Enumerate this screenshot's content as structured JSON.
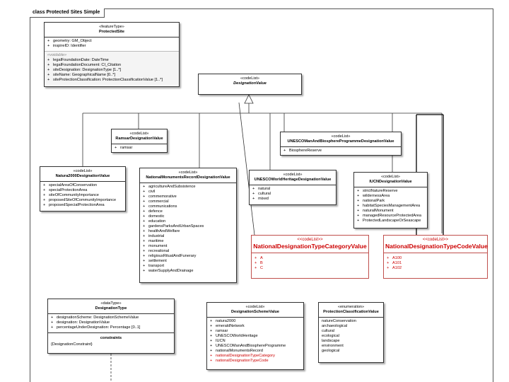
{
  "frame_title": "class Protected Sites Simple",
  "boxes": {
    "protected_site": {
      "stereotype": "«featureType»",
      "name": "ProtectedSite",
      "attrs": [
        {
          "mark": "+",
          "text": "geometry:  GM_Object"
        },
        {
          "mark": "+",
          "text": "inspireID:  Identifier"
        }
      ],
      "voidable_label": "«voidable»",
      "voidable_attrs": [
        {
          "mark": "+",
          "text": "legalFoundationDate:  DateTime"
        },
        {
          "mark": "+",
          "text": "legalFoundationDocument:  CI_Citation"
        },
        {
          "mark": "+",
          "text": "siteDesignation:  DesignationType [1..*]"
        },
        {
          "mark": "+",
          "text": "siteName:  GeographicalName [0..*]"
        },
        {
          "mark": "+",
          "text": "siteProtectionClassification:  ProtectionClassificationValue [1..*]"
        }
      ]
    },
    "designation_value": {
      "stereotype": "«codeList»",
      "name": "DesignationValue"
    },
    "ramsar": {
      "stereotype": "«codeList»",
      "name": "RamsarDesignationValue",
      "values": [
        {
          "mark": "+",
          "text": "ramsar"
        }
      ]
    },
    "unesco_mab": {
      "stereotype": "«codeList»",
      "name": "UNESCOManAndBiosphereProgrammeDesignationValue",
      "values": [
        {
          "mark": "+",
          "text": "BiosphereReserve"
        }
      ]
    },
    "natura2000": {
      "stereotype": "«codeList»",
      "name": "Natura2000DesignationValue",
      "values": [
        {
          "mark": "+",
          "text": "specialAreaOfConservation"
        },
        {
          "mark": "+",
          "text": "specialProtectionArea"
        },
        {
          "mark": "+",
          "text": "siteOfCommunityImportance"
        },
        {
          "mark": "+",
          "text": "proposedSiteOfCommunityImportance"
        },
        {
          "mark": "+",
          "text": "proposedSpecialProtectionArea"
        }
      ]
    },
    "national_monuments": {
      "stereotype": "«codeList»",
      "name": "NationalMonumentsRecordDesignationValue",
      "values": [
        {
          "mark": "+",
          "text": "agricultureAndSubsistence"
        },
        {
          "mark": "+",
          "text": "civil"
        },
        {
          "mark": "+",
          "text": "commemorative"
        },
        {
          "mark": "+",
          "text": "commercial"
        },
        {
          "mark": "+",
          "text": "communications"
        },
        {
          "mark": "+",
          "text": "defence"
        },
        {
          "mark": "+",
          "text": "domestic"
        },
        {
          "mark": "+",
          "text": "education"
        },
        {
          "mark": "+",
          "text": "gardensParksAndUrbanSpaces"
        },
        {
          "mark": "+",
          "text": "healthAndWelfare"
        },
        {
          "mark": "+",
          "text": "industrial"
        },
        {
          "mark": "+",
          "text": "maritime"
        },
        {
          "mark": "+",
          "text": "monument"
        },
        {
          "mark": "+",
          "text": "recreational"
        },
        {
          "mark": "+",
          "text": "religiousRitualAndFunerary"
        },
        {
          "mark": "+",
          "text": "settlement"
        },
        {
          "mark": "+",
          "text": "transport"
        },
        {
          "mark": "+",
          "text": "waterSupplyAndDrainage"
        }
      ]
    },
    "unesco_whs": {
      "stereotype": "«codeList»",
      "name": "UNESCOWorldHeritageDesignationValue",
      "values": [
        {
          "mark": "+",
          "text": "natural"
        },
        {
          "mark": "+",
          "text": "cultural"
        },
        {
          "mark": "+",
          "text": "mixed"
        }
      ]
    },
    "iucn": {
      "stereotype": "«codeList»",
      "name": "IUCNDesignationValue",
      "values": [
        {
          "mark": "+",
          "text": "strictNatureReserve"
        },
        {
          "mark": "+",
          "text": "wildernessArea"
        },
        {
          "mark": "+",
          "text": "nationalPark"
        },
        {
          "mark": "+",
          "text": "habitatSpeciesManagementArea"
        },
        {
          "mark": "+",
          "text": "naturalMonument"
        },
        {
          "mark": "+",
          "text": "managedResourceProtectedArea"
        },
        {
          "mark": "+",
          "text": "ProtectedLandscapeOrSeascape"
        }
      ]
    },
    "nat_category": {
      "stereotype": "<<codeList>>",
      "name": "NationalDesignationTypeCategoryValue",
      "values": [
        {
          "mark": "+",
          "text": "A"
        },
        {
          "mark": "+",
          "text": "B"
        },
        {
          "mark": "+",
          "text": "C"
        }
      ]
    },
    "nat_code": {
      "stereotype": "<<codeList>>",
      "name": "NationalDesignationTypeCodeValue",
      "values": [
        {
          "mark": "+",
          "text": "A100"
        },
        {
          "mark": "+",
          "text": "A101"
        },
        {
          "mark": "+",
          "text": "A102"
        }
      ]
    },
    "designation_type": {
      "stereotype": "«dataType»",
      "name": "DesignationType",
      "attrs": [
        {
          "mark": "+",
          "text": "designationScheme:  DesignationSchemeValue"
        },
        {
          "mark": "+",
          "text": "designation:  DesignationValue"
        },
        {
          "mark": "+",
          "text": "percentageUnderDesignation:  Percentage [0..1]"
        }
      ],
      "constraints_label": "constraints",
      "constraints": [
        "{DesignationConstraint}"
      ]
    },
    "designation_scheme": {
      "stereotype": "«codeList»",
      "name": "DesignationSchemeValue",
      "values": [
        {
          "mark": "+",
          "text": "natura2000",
          "red": false
        },
        {
          "mark": "+",
          "text": "emeraldNetwork",
          "red": false
        },
        {
          "mark": "+",
          "text": "ramsar",
          "red": false
        },
        {
          "mark": "+",
          "text": "UNESCOWorldHeritage",
          "red": false
        },
        {
          "mark": "+",
          "text": "IUCN",
          "red": false
        },
        {
          "mark": "+",
          "text": "UNESCOManAndBiosphereProgramme",
          "red": false
        },
        {
          "mark": "+",
          "text": "nationalMonumentsRecord",
          "red": false
        },
        {
          "mark": "+",
          "text": "nationalDesignationTypeCategory",
          "red": true
        },
        {
          "mark": "+",
          "text": "nationalDesignationTypeCode",
          "red": true
        }
      ]
    },
    "protection_class": {
      "stereotype": "«enumeration»",
      "name": "ProtectionClassificationValue",
      "values": [
        {
          "text": "natureConservation"
        },
        {
          "text": "archaeological"
        },
        {
          "text": "cultural"
        },
        {
          "text": "ecological"
        },
        {
          "text": "landscape"
        },
        {
          "text": "environment"
        },
        {
          "text": "geological"
        }
      ]
    }
  }
}
